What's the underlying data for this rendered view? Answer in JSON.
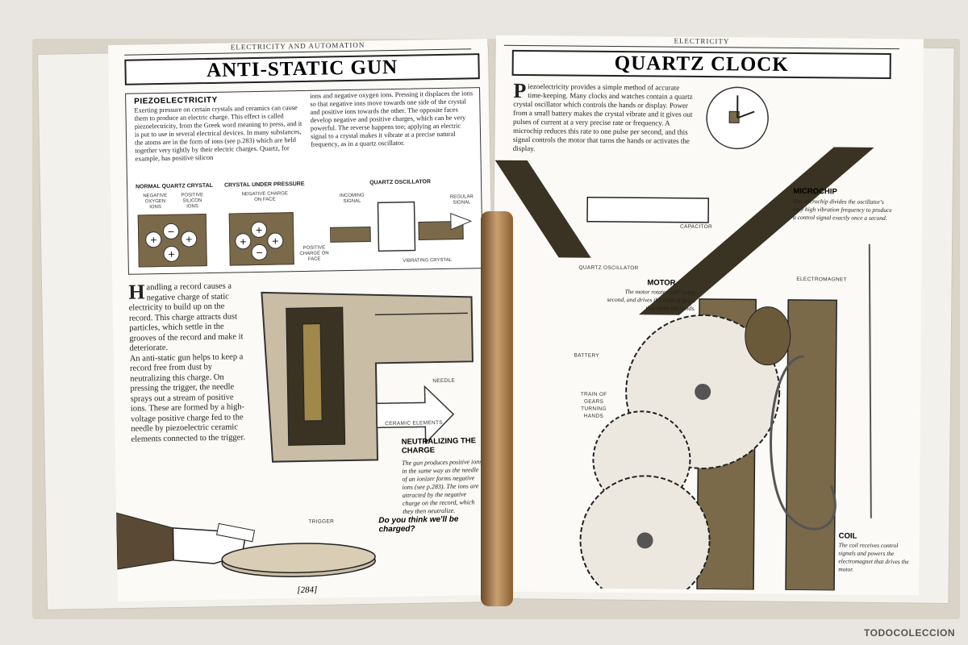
{
  "left_page": {
    "running_head": "ELECTRICITY AND AUTOMATION",
    "title": "ANTI-STATIC GUN",
    "piezo": {
      "heading": "PIEZOELECTRICITY",
      "text_col1": "Exerting pressure on certain crystals and ceramics can cause them to produce an electric charge. This effect is called piezoelectricity, from the Greek word meaning to press, and it is put to use in several electrical devices. In many substances, the atoms are in the form of ions (see p.283) which are held together very tightly by their electric charges. Quartz, for example, has positive silicon",
      "text_col2": "ions and negative oxygen ions. Pressing it displaces the ions so that negative ions move towards one side of the crystal and positive ions towards the other. The opposite faces develop negative and positive charges, which can be very powerful. The reverse happens too; applying an electric signal to a crystal makes it vibrate at a precise natural frequency, as in a quartz oscillator.",
      "normal_label": "NORMAL QUARTZ CRYSTAL",
      "pressure_label": "CRYSTAL UNDER PRESSURE",
      "oscillator_label": "QUARTZ OSCILLATOR",
      "neg_oxygen": "NEGATIVE OXYGEN IONS",
      "pos_silicon": "POSITIVE SILICON IONS",
      "neg_charge_face": "NEGATIVE CHARGE ON FACE",
      "pos_charge_face": "POSITIVE CHARGE ON FACE",
      "incoming_signal": "INCOMING SIGNAL",
      "regular_signal": "REGULAR SIGNAL",
      "vibrating_crystal": "VIBRATING CRYSTAL"
    },
    "body": {
      "dropcap": "H",
      "text1": "andling a record causes a negative charge of static electricity to build up on the record. This charge attracts dust particles, which settle in the grooves of the record and make it deteriorate.",
      "text2": "An anti-static gun helps to keep a record free from dust by neutralizing this charge. On pressing the trigger, the needle sprays out a stream of positive ions. These are formed by a high-voltage positive charge fed to the needle by piezoelectric ceramic elements connected to the trigger."
    },
    "labels": {
      "needle": "NEEDLE",
      "ceramic": "CERAMIC ELEMENTS",
      "trigger": "TRIGGER"
    },
    "neutralizing": {
      "heading": "NEUTRALIZING THE CHARGE",
      "text": "The gun produces positive ions in the same way as the needle of an ionizer forms negative ions (see p.283). The ions are attracted by the negative charge on the record, which they then neutralize."
    },
    "speech": "Do you think we'll be charged?",
    "page_number": "[284]"
  },
  "right_page": {
    "running_head": "ELECTRICITY",
    "title": "QUARTZ CLOCK",
    "intro_dropcap": "P",
    "intro": "iezoelectricity provides a simple method of accurate time-keeping. Many clocks and watches contain a quartz crystal oscillator which controls the hands or display. Power from a small battery makes the crystal vibrate and it gives out pulses of current at a very precise rate or frequency. A microchip reduces this rate to one pulse per second, and this signal controls the motor that turns the hands or activates the display.",
    "labels": {
      "microchip_head": "MICROCHIP",
      "microchip_text": "The microchip divides the oscillator's very high vibration frequency to produce a control signal exactly once a second.",
      "capacitor": "CAPACITOR",
      "quartz_osc": "QUARTZ OSCILLATOR",
      "electromagnet": "ELECTROMAGNET",
      "motor_head": "MOTOR",
      "motor_text": "The motor rotates 180° every second, and drives the train of gears that turns the hands.",
      "battery": "BATTERY",
      "train": "TRAIN OF GEARS TURNING HANDS",
      "coil_head": "COIL",
      "coil_text": "The coil receives control signals and powers the electromagnet that drives the motor."
    }
  },
  "watermark": "TODOCOLECCION",
  "colors": {
    "sepia": "#7a6a4a",
    "ink": "#222222",
    "paper": "#fbfaf7"
  }
}
